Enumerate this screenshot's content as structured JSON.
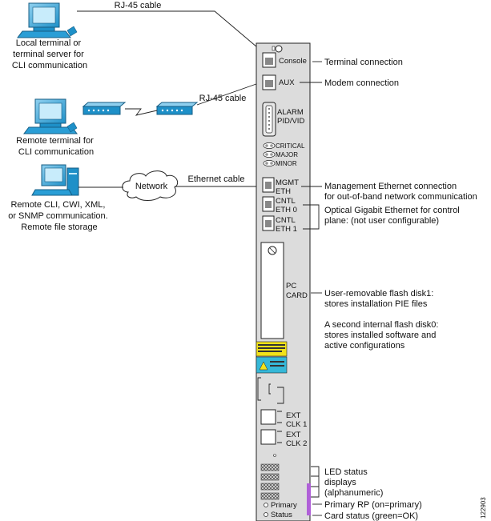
{
  "devices": {
    "local": [
      "Local terminal or",
      "terminal server for",
      "CLI communication"
    ],
    "remote": [
      "Remote terminal for",
      "CLI communication"
    ],
    "network_host": [
      "Remote CLI, CWI, XML,",
      "or SNMP communication.",
      "Remote file storage"
    ]
  },
  "cables": {
    "top": "RJ-45 cable",
    "modem": "RJ-45 cable",
    "ethernet": "Ethernet cable"
  },
  "network_label": "Network",
  "card_labels": {
    "console": "Console",
    "aux": "AUX",
    "alarm": [
      "ALARM",
      "PID/VID"
    ],
    "critical": "CRITICAL",
    "major": "MAJOR",
    "minor": "MINOR",
    "mgmt": [
      "MGMT",
      "ETH"
    ],
    "cntl0": [
      "CNTL",
      "ETH 0"
    ],
    "cntl1": [
      "CNTL",
      "ETH 1"
    ],
    "pc_card": [
      "PC",
      "CARD"
    ],
    "ext1": [
      "EXT",
      "CLK 1"
    ],
    "ext2": [
      "EXT",
      "CLK 2"
    ],
    "primary": "Primary",
    "status": "Status"
  },
  "callouts": {
    "terminal": "Terminal connection",
    "modem": "Modem connection",
    "mgmt": [
      "Management Ethernet connection",
      "for out-of-band network communication"
    ],
    "optical": [
      "Optical Gigabit Ethernet for control",
      "plane: (not user configurable)"
    ],
    "flash1": [
      "User-removable flash disk1:",
      "stores installation PIE files"
    ],
    "flash0": [
      "A second internal flash disk0:",
      "stores installed software and",
      "active configurations"
    ],
    "led": [
      "LED status",
      "displays",
      "(alphanumeric)"
    ],
    "primary_rp": "Primary RP (on=primary)",
    "card_status": "Card status (green=OK)"
  },
  "figure_id": "122903",
  "colors": {
    "monitor": "#1e90c8",
    "warning_yellow": "#f2e21a",
    "warning_cyan": "#35b8d8",
    "status_led": "#b060d8"
  }
}
